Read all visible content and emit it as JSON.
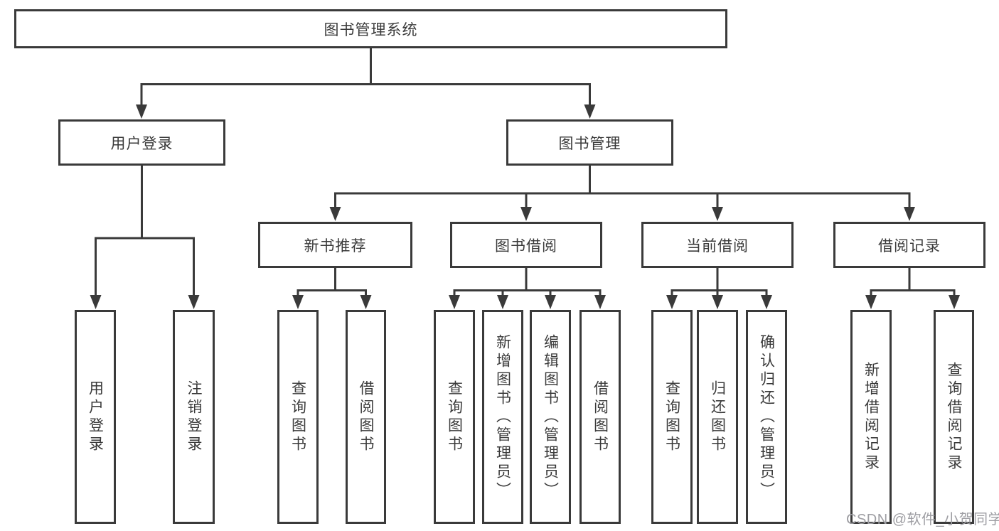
{
  "diagram": {
    "title": "图书管理系统",
    "colors": {
      "line": "#3a3a3a",
      "box_border": "#3a3a3a",
      "text": "#3a3a3a",
      "background": "#ffffff",
      "watermark_text": "#9e9ea3"
    },
    "nodes": {
      "root": {
        "label": "图书管理系统"
      },
      "user_login": {
        "label": "用户登录"
      },
      "book_mgmt": {
        "label": "图书管理"
      },
      "new_book_rec": {
        "label": "新书推荐"
      },
      "book_borrow": {
        "label": "图书借阅"
      },
      "current_borrow": {
        "label": "当前借阅"
      },
      "borrow_records": {
        "label": "借阅记录"
      },
      "leaf_user_login": {
        "label": "用户登录"
      },
      "leaf_logout": {
        "label": "注销登录"
      },
      "leaf_nbr_query_book": {
        "label": "查询图书"
      },
      "leaf_nbr_borrow_book": {
        "label": "借阅图书"
      },
      "leaf_bb_query_book": {
        "label": "查询图书"
      },
      "leaf_bb_add_book": {
        "label": "新增图书（管理员）"
      },
      "leaf_bb_edit_book": {
        "label": "编辑图书（管理员）"
      },
      "leaf_bb_borrow_book": {
        "label": "借阅图书"
      },
      "leaf_cb_query_book": {
        "label": "查询图书"
      },
      "leaf_cb_return_book": {
        "label": "归还图书"
      },
      "leaf_cb_confirm_return": {
        "label": "确认归还（管理员）"
      },
      "leaf_br_add_record": {
        "label": "新增借阅记录"
      },
      "leaf_br_query_record": {
        "label": "查询借阅记录"
      }
    },
    "hierarchy": [
      {
        "parent": "图书管理系统",
        "children": [
          "用户登录",
          "图书管理"
        ]
      },
      {
        "parent": "用户登录",
        "children": [
          "用户登录",
          "注销登录"
        ]
      },
      {
        "parent": "图书管理",
        "children": [
          "新书推荐",
          "图书借阅",
          "当前借阅",
          "借阅记录"
        ]
      },
      {
        "parent": "新书推荐",
        "children": [
          "查询图书",
          "借阅图书"
        ]
      },
      {
        "parent": "图书借阅",
        "children": [
          "查询图书",
          "新增图书（管理员）",
          "编辑图书（管理员）",
          "借阅图书"
        ]
      },
      {
        "parent": "当前借阅",
        "children": [
          "查询图书",
          "归还图书",
          "确认归还（管理员）"
        ]
      },
      {
        "parent": "借阅记录",
        "children": [
          "新增借阅记录",
          "查询借阅记录"
        ]
      }
    ],
    "watermark": "CSDN @软件_小贺同学"
  }
}
